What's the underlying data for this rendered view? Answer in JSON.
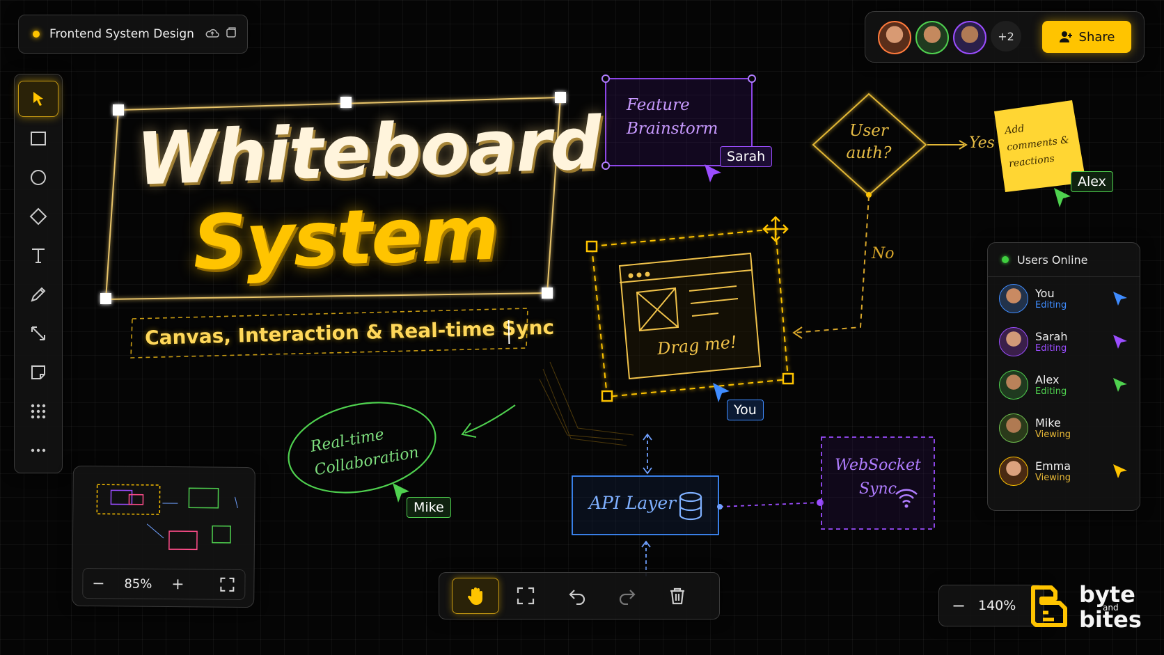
{
  "document": {
    "title": "Frontend System Design"
  },
  "header": {
    "extra_users": "+2",
    "share_label": "Share"
  },
  "colors": {
    "accent": "#ffc400",
    "purple": "#9b4dff",
    "green": "#4fd14f",
    "blue": "#3f8cff",
    "bg": "#050505"
  },
  "canvas": {
    "title_line1": "Whiteboard",
    "title_line2": "System",
    "subtitle": "Canvas, Interaction & Real-time Sync",
    "sticky_note_feature": "Feature Brainstorm",
    "decision_text": "User auth?",
    "decision_yes": "Yes",
    "decision_no": "No",
    "sticky_comments": "Add comments & reactions",
    "drag_card_text": "Drag me!",
    "ellipse_text": "Real-time Collaboration",
    "api_label": "API Layer",
    "websocket_label": "WebSocket Sync",
    "cursor_labels": {
      "sarah": "Sarah",
      "alex": "Alex",
      "you": "You",
      "mike": "Mike"
    }
  },
  "users_panel": {
    "title": "Users Online",
    "users": [
      {
        "name": "You",
        "status": "Editing"
      },
      {
        "name": "Sarah",
        "status": "Editing"
      },
      {
        "name": "Alex",
        "status": "Editing"
      },
      {
        "name": "Mike",
        "status": "Viewing"
      },
      {
        "name": "Emma",
        "status": "Viewing"
      }
    ]
  },
  "minimap": {
    "zoom": "85%",
    "minus": "−",
    "plus": "+"
  },
  "zoom_control": {
    "minus": "−",
    "value": "140%"
  },
  "brand": {
    "line1": "byte",
    "line2": "and",
    "line3": "bites"
  },
  "icons": {
    "tools": [
      "select-icon",
      "rectangle-icon",
      "ellipse-icon",
      "diamond-icon",
      "text-icon",
      "pencil-icon",
      "arrow-icon",
      "sticky-note-icon",
      "grid-icon",
      "more-icon"
    ],
    "bottom": [
      "hand-icon",
      "frame-icon",
      "undo-icon",
      "redo-icon",
      "trash-icon"
    ]
  }
}
